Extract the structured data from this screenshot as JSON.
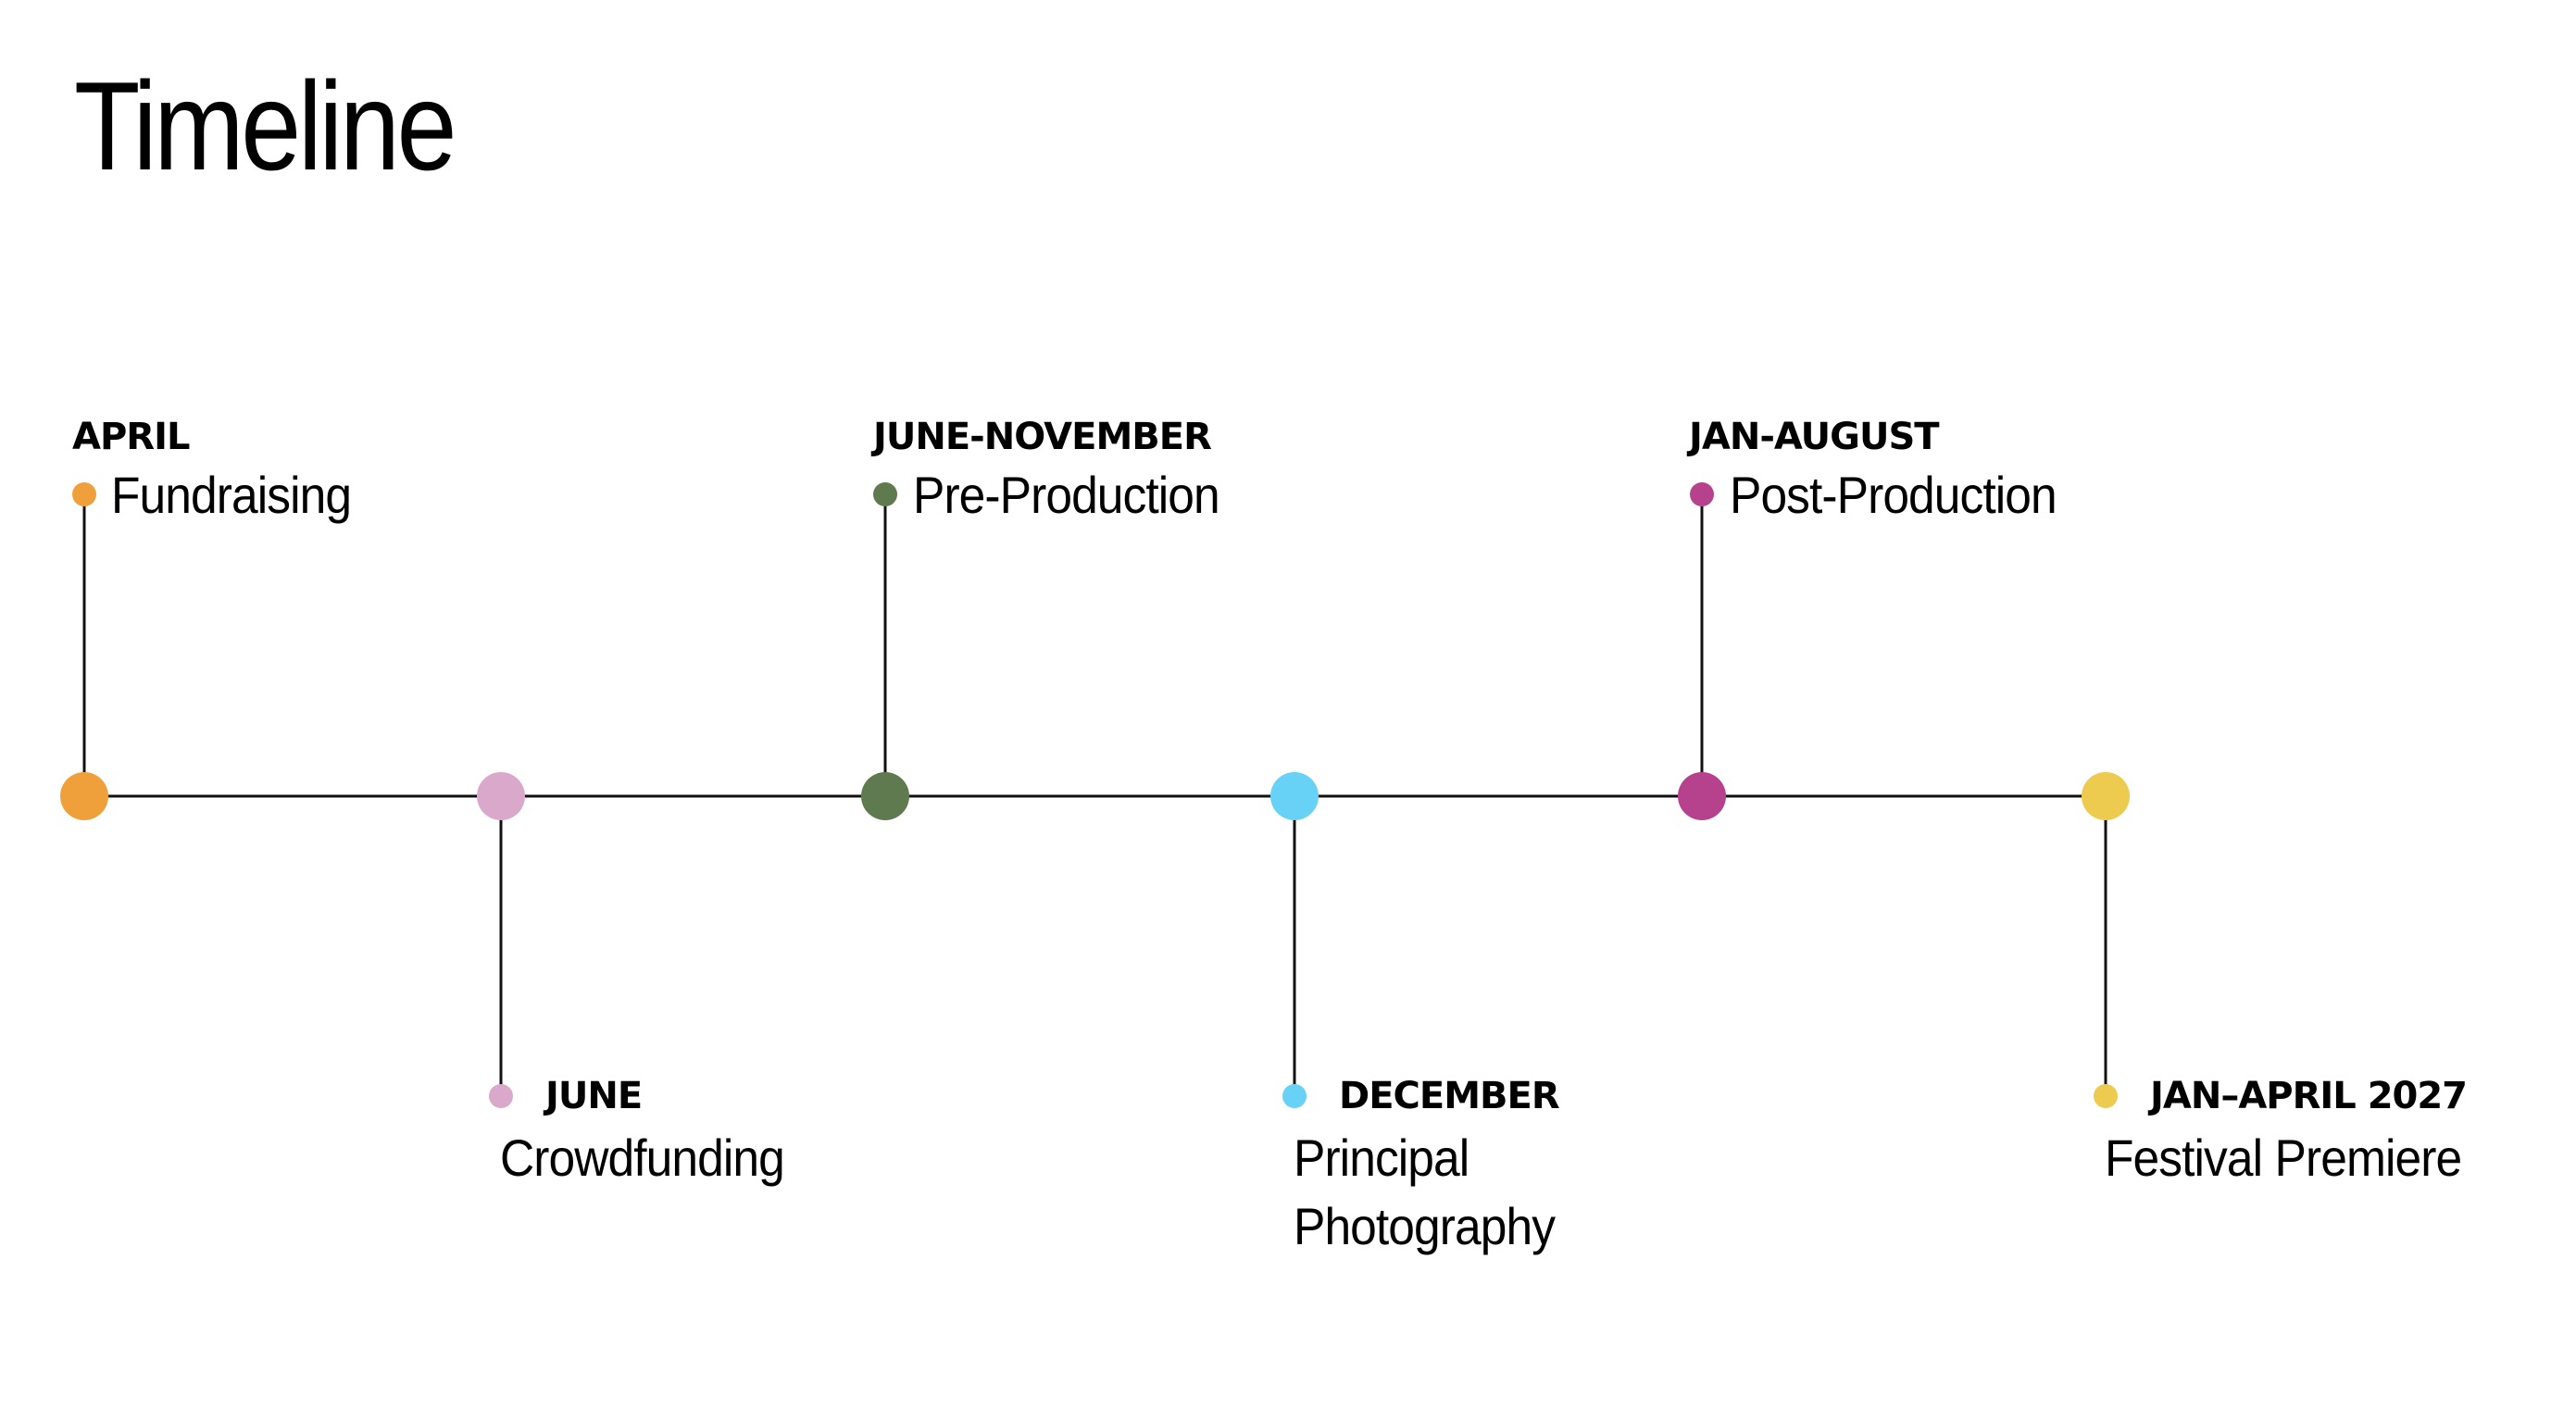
{
  "slide": {
    "title": "Timeline"
  },
  "colors": {
    "line": "#111111",
    "orange": "#F0A03A",
    "pink": "#D9A8CA",
    "green": "#5E7A4E",
    "cyan": "#68D2F6",
    "magenta": "#B6428E",
    "yellow": "#ECCB4F"
  },
  "milestones": [
    {
      "date": "APRIL",
      "event": "Fundraising",
      "color": "#F0A03A",
      "position": "above"
    },
    {
      "date": "JUNE",
      "event": "Crowdfunding",
      "color": "#D9A8CA",
      "position": "below"
    },
    {
      "date": "JUNE-NOVEMBER",
      "event": "Pre-Production",
      "color": "#5E7A4E",
      "position": "above"
    },
    {
      "date": "DECEMBER",
      "event": "Principal Photography",
      "event_line1": "Principal",
      "event_line2": "Photography",
      "color": "#68D2F6",
      "position": "below"
    },
    {
      "date": "JAN-AUGUST",
      "event": "Post-Production",
      "color": "#B6428E",
      "position": "above"
    },
    {
      "date": "JAN–APRIL 2027",
      "event": "Festival Premiere",
      "color": "#ECCB4F",
      "position": "below"
    }
  ]
}
